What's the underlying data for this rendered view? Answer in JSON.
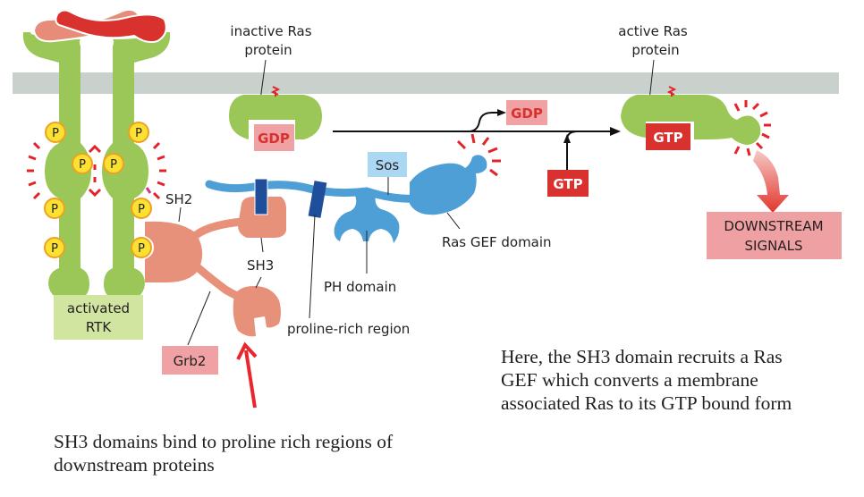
{
  "labels": {
    "inactive_ras": [
      "inactive Ras",
      "protein"
    ],
    "active_ras": [
      "active Ras",
      "protein"
    ],
    "gdp_inactive": "GDP",
    "gdp_released": "GDP",
    "gtp_incoming": "GTP",
    "gtp_bound": "GTP",
    "sos": "Sos",
    "ras_gef_domain": "Ras GEF domain",
    "ph_domain": "PH domain",
    "proline_rich_region": "proline-rich region",
    "sh2": "SH2",
    "sh3": "SH3",
    "grb2": "Grb2",
    "activated_rtk": [
      "activated",
      "RTK"
    ],
    "downstream_signals": [
      "DOWNSTREAM",
      "SIGNALS"
    ],
    "phosphate": "P"
  },
  "captions": {
    "left": "SH3 domains bind to proline rich regions of downstream proteins",
    "right": "Here, the SH3 domain recruits a Ras GEF which converts a membrane associated Ras to its GTP bound form"
  },
  "colors": {
    "membrane": "#c8d1cc",
    "rtk_green": "#9bc658",
    "ligand_dark": "#d8312e",
    "ligand_light": "#e68c79",
    "phosphate_fill": "#fbe232",
    "phosphate_ring": "#f0a020",
    "grb2_salmon": "#e8917a",
    "sos_blue": "#4f9fd7",
    "proline_dark_blue": "#1f4e9a",
    "gdp_chip_bg": "#f0a1a4",
    "gdp_text": "#d8312e",
    "gtp_chip_bg": "#d8312e",
    "sos_chip_bg": "#aad8f3",
    "rtk_label_bg": "#d0e5a0",
    "grb2_label_bg": "#f0a1a4",
    "downstream_bg": "#efa0a3",
    "activation_red": "#e2242a",
    "arrow_red": "#e8262b"
  }
}
